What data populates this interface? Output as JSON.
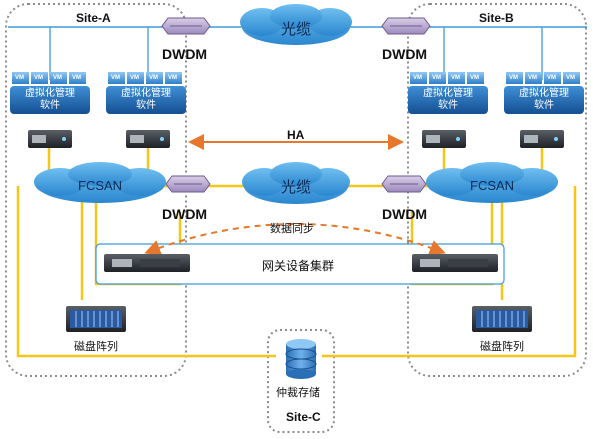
{
  "sites": {
    "a": "Site-A",
    "b": "Site-B",
    "c": "Site-C"
  },
  "dwdm": {
    "top_left": "DWDM",
    "top_right": "DWDM",
    "mid_left": "DWDM",
    "mid_right": "DWDM"
  },
  "clouds": {
    "fiber_top": "光缆",
    "fiber_mid": "光缆",
    "fcsan_left": "FCSAN",
    "fcsan_right": "FCSAN"
  },
  "virtualization": {
    "label_line1": "虚拟化管理",
    "label_line2": "软件",
    "vm_tag": "VM"
  },
  "links": {
    "ha": "HA",
    "data_sync": "数据同步"
  },
  "gateway_cluster": "网关设备集群",
  "disk_array_left": "磁盘阵列",
  "disk_array_right": "磁盘阵列",
  "arbitration_storage": "仲裁存储",
  "colors": {
    "fiber_line": "#3b9ad9",
    "fc_link": "#f5c518",
    "ha_arrow": "#e8772e",
    "site_border": "#8c8c8c",
    "cloud_fill": "#4aa3df",
    "virt_box": "#1f6fb8"
  }
}
